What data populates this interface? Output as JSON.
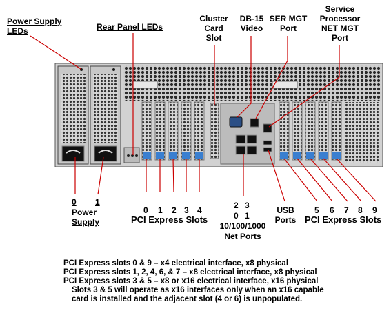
{
  "labels": {
    "power_supply_leds": [
      "Power Supply",
      "LEDs"
    ],
    "rear_panel_leds": "Rear Panel LEDs",
    "cluster_card_slot": [
      "Cluster",
      "Card",
      "Slot"
    ],
    "db15_video": [
      "DB-15",
      "Video"
    ],
    "ser_mgt_port": [
      "SER MGT",
      "Port"
    ],
    "sp_net_mgt_port": [
      "Service",
      "Processor",
      "NET MGT",
      "Port"
    ],
    "power_supply_numbers": [
      "0",
      "1"
    ],
    "power_supply": [
      "Power",
      "Supply"
    ],
    "pci_left_numbers": [
      "0",
      "1",
      "2",
      "3",
      "4"
    ],
    "pci_express_slots_left": "PCI Express Slots",
    "net_numbers_top": [
      "2",
      "3"
    ],
    "net_numbers_bottom": [
      "0",
      "1"
    ],
    "net_speed": "10/100/1000",
    "net_ports": "Net Ports",
    "usb_ports": [
      "USB",
      "Ports"
    ],
    "pci_right_numbers": [
      "5",
      "6",
      "7",
      "8",
      "9"
    ],
    "pci_express_slots_right": "PCI Express Slots"
  },
  "notes": [
    "PCI Express slots 0 & 9 – x4 electrical interface, x8 physical",
    "PCI Express slots 1, 2, 4, 6, & 7 – x8 electrical interface, x8 physical",
    "PCI Express slots 3 & 5 – x8 or x16 electrical interface, x16 physical",
    "Slots 3 & 5 will operate as x16 interfaces only when an x16 capable",
    "card is installed and the adjacent slot (4 or 6) is unpopulated."
  ],
  "colors": {
    "chassis": "#d2d2d2",
    "chassis_dark": "#3a3a3a",
    "leader_line": "#cc0000",
    "connector_blue": "#3a7fd0"
  }
}
